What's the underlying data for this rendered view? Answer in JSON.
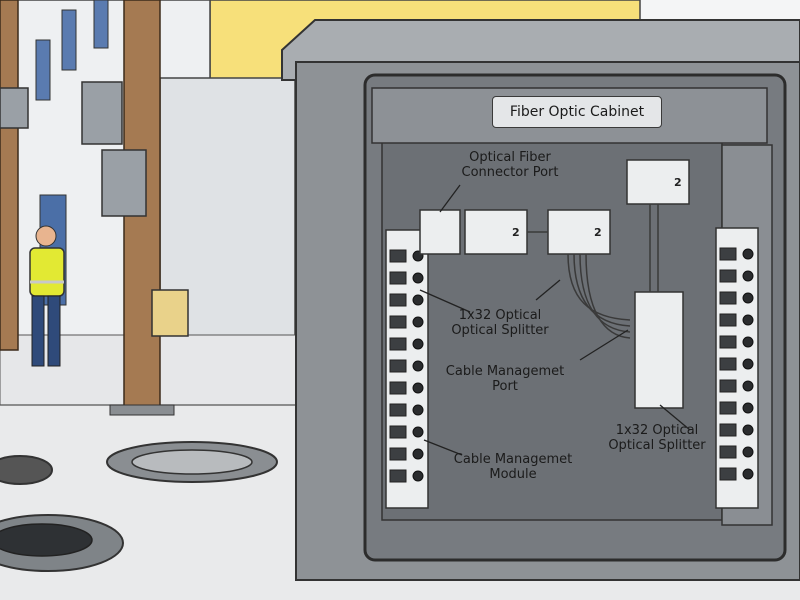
{
  "cabinet": {
    "title": "Fiber Optic Cabinet"
  },
  "labels": {
    "connector_port": [
      "Optical Fiber",
      "Connector Port"
    ],
    "splitter_left": [
      "1x32 Optical",
      "Optical Splitter"
    ],
    "cable_port": [
      "Cable Managemet",
      "Port"
    ],
    "splitter_right": [
      "1x32 Optical",
      "Optical Splitter"
    ],
    "cable_module": [
      "Cable Managemet",
      "Module"
    ]
  },
  "module_text": {
    "left_connector": "2",
    "mid_connector": "2",
    "top_connector": "2"
  },
  "colors": {
    "sky": "#f6f7f8",
    "building_yellow": "#f7e07a",
    "cabinet_shell": "#8e9296",
    "cabinet_inner": "#777b80",
    "worker_vest": "#e2e933",
    "pole_wood": "#a57a52"
  }
}
